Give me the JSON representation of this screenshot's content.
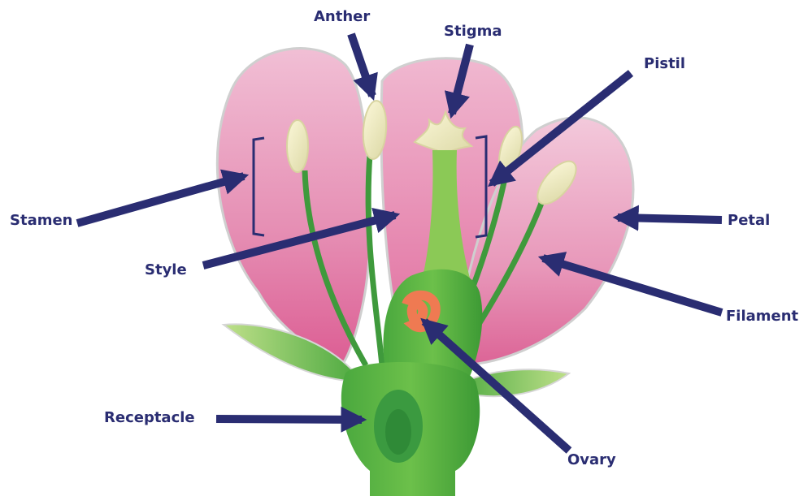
{
  "diagram": {
    "label_color": "#2a2d72",
    "labels": {
      "anther": "Anther",
      "stigma": "Stigma",
      "pistil": "Pistil",
      "stamen": "Stamen",
      "petal": "Petal",
      "style": "Style",
      "filament": "Filament",
      "receptacle": "Receptacle",
      "ovary": "Ovary"
    }
  }
}
